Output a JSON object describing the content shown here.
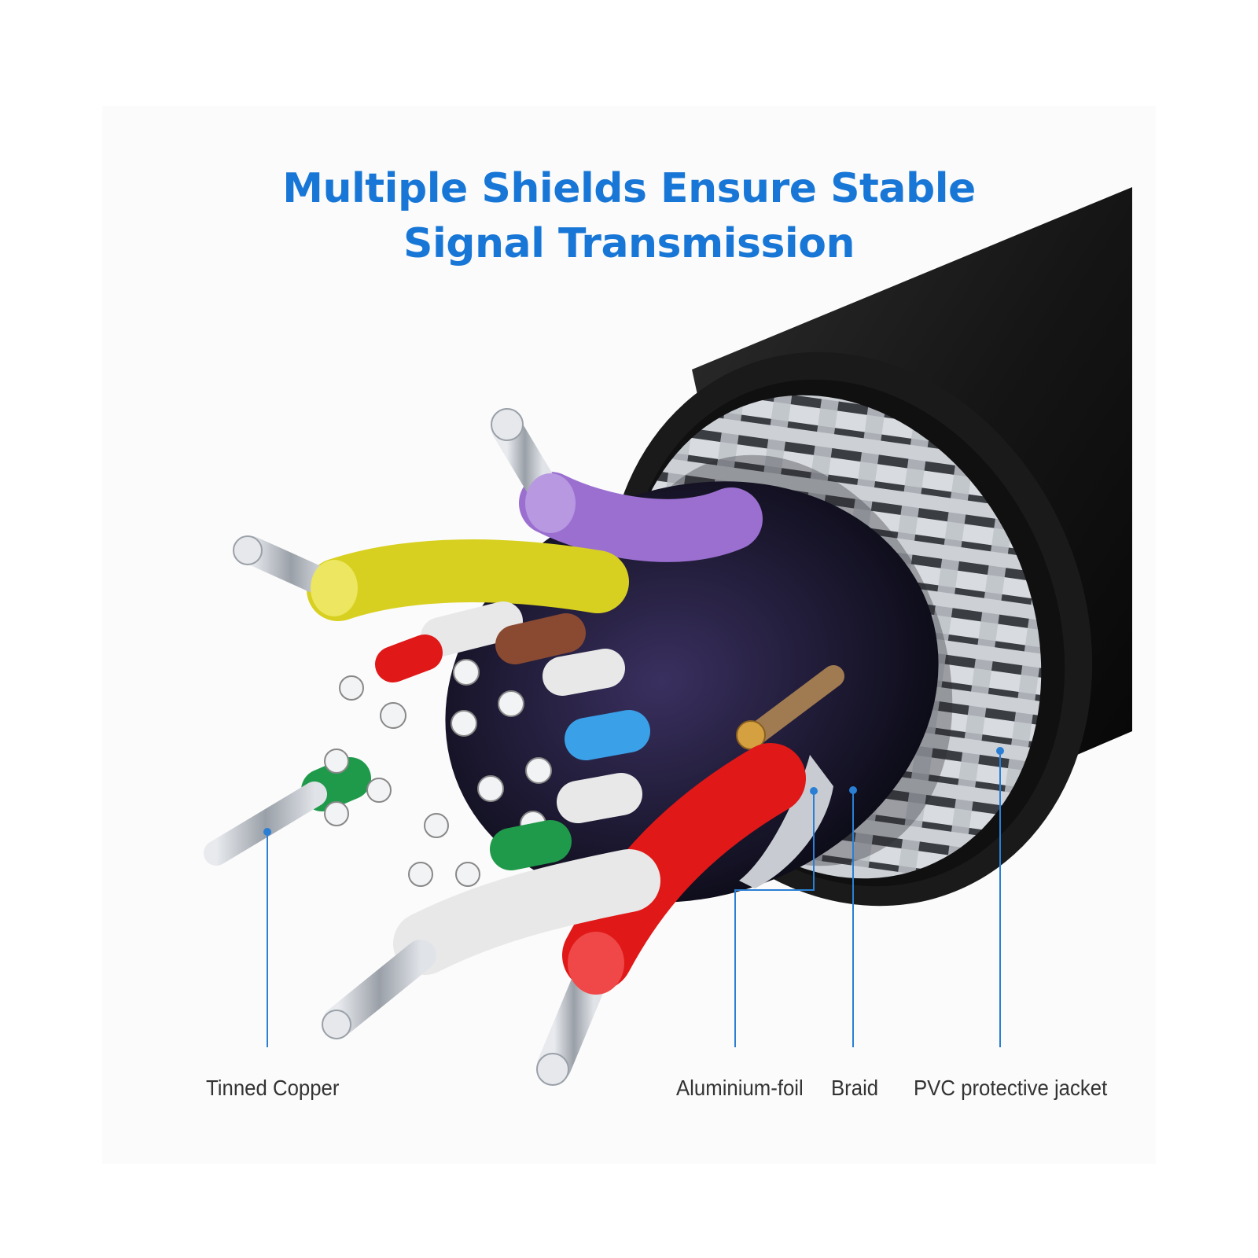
{
  "title": {
    "line1": "Multiple Shields Ensure Stable",
    "line2": "Signal Transmission"
  },
  "labels": {
    "tinned_copper": "Tinned Copper",
    "aluminium_foil": "Aluminium-foil",
    "braid": "Braid",
    "pvc_jacket": "PVC protective jacket"
  },
  "colors": {
    "title": "#1877d6",
    "leader": "#2a7fd4",
    "label_text": "#333333",
    "jacket": "#111111",
    "braid": "#cfd3d8",
    "wire_purple": "#9b6fd0",
    "wire_yellow": "#d8d020",
    "wire_red": "#e01818",
    "wire_white": "#e8e8e8",
    "wire_brown": "#8a4a32",
    "wire_blue": "#3aa0e8",
    "wire_green": "#1f9a4a"
  }
}
